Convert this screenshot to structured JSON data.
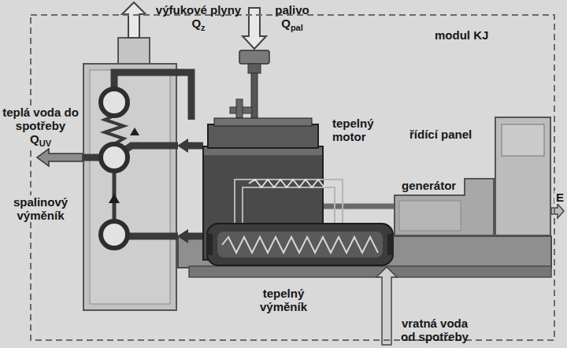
{
  "diagram": {
    "nodes": [
      {
        "text": [
          "modul KJ"
        ]
      },
      {
        "text": [
          "spalinový výměník"
        ],
        "in": 0
      },
      {
        "text": [
          "tepelný motor"
        ],
        "in": 0
      },
      {
        "text": [
          "tepelný výměník"
        ],
        "in": 0
      },
      {
        "text": [
          "řídící panel"
        ],
        "in": 0
      },
      {
        "text": [
          "generátor"
        ],
        "in": 0
      }
    ],
    "edges": [
      {
        "from": 2,
        "to": 1,
        "arrow": "to"
      },
      {
        "from": 3,
        "to": 1,
        "arrow": "to"
      },
      {
        "from": 2,
        "to": 5,
        "arrow": "none"
      }
    ],
    "labels": [
      "výfukové plyny",
      "Q",
      "z",
      "palivo",
      "Q",
      "pal",
      "teplá voda do spotřeby",
      "Q",
      "UV",
      "E",
      "vratná voda od spotřeby"
    ]
  }
}
